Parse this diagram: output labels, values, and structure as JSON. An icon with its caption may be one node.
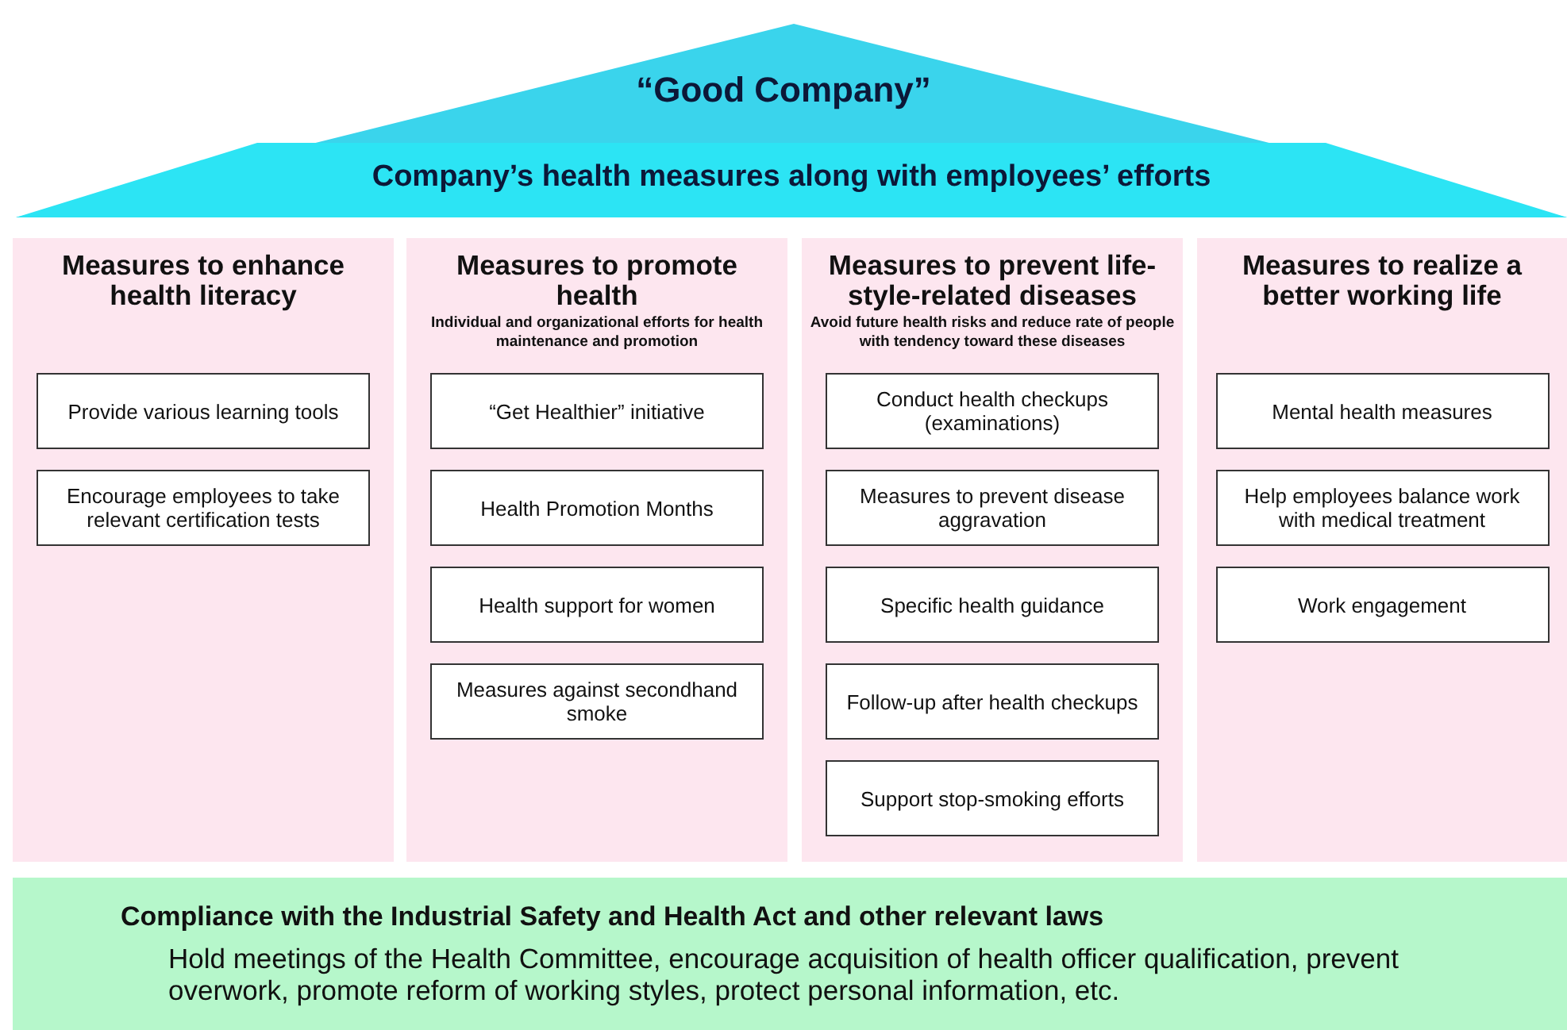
{
  "diagram": {
    "nodes": [
      {
        "text": [
          "“Good Company”"
        ]
      },
      {
        "text": [
          "Company’s health measures along with employees’ efforts"
        ],
        "in": 0
      },
      {
        "text": [
          "Measures to enhance health literacy"
        ]
      },
      {
        "text": [
          "Provide various learning tools"
        ],
        "in": 2
      },
      {
        "text": [
          "Encourage employees to take relevant certification tests"
        ],
        "in": 2
      },
      {
        "text": [
          "Measures to promote health",
          "Individual and organizational efforts for health maintenance and promotion"
        ]
      },
      {
        "text": [
          "“Get Healthier” initiative"
        ],
        "in": 5
      },
      {
        "text": [
          "Health Promotion Months"
        ],
        "in": 5
      },
      {
        "text": [
          "Health support for women"
        ],
        "in": 5
      },
      {
        "text": [
          "Measures against secondhand smoke"
        ],
        "in": 5
      },
      {
        "text": [
          "Measures to prevent life-style-related diseases",
          "Avoid future health risks and reduce rate of people with tendency toward these diseases"
        ]
      },
      {
        "text": [
          "Conduct health checkups (examinations)"
        ],
        "in": 10
      },
      {
        "text": [
          "Measures to prevent disease aggravation"
        ],
        "in": 10
      },
      {
        "text": [
          "Specific health guidance"
        ],
        "in": 10
      },
      {
        "text": [
          "Follow-up after health checkups"
        ],
        "in": 10
      },
      {
        "text": [
          "Support stop-smoking efforts"
        ],
        "in": 10
      },
      {
        "text": [
          "Measures to realize a better working life"
        ]
      },
      {
        "text": [
          "Mental health measures"
        ],
        "in": 16
      },
      {
        "text": [
          "Help employees balance work with medical treatment"
        ],
        "in": 16
      },
      {
        "text": [
          "Work engagement"
        ],
        "in": 16
      },
      {
        "text": [
          "Compliance with the Industrial Safety and Health Act and other relevant laws",
          "Hold meetings of the Health Committee, encourage acquisition of health officer qualification, prevent overwork, promote reform of working styles, protect personal information, etc."
        ]
      }
    ]
  }
}
